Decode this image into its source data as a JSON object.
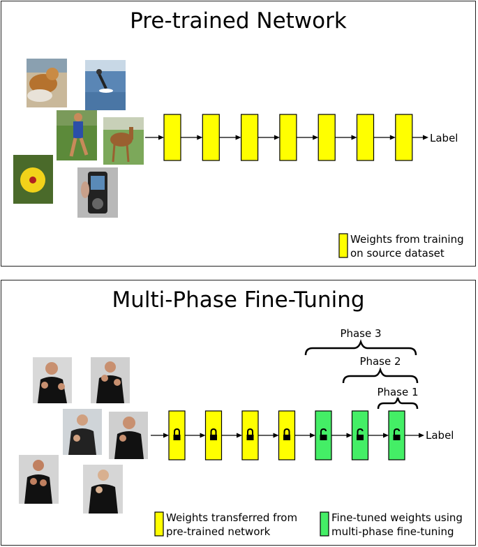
{
  "top_panel": {
    "title": "Pre-trained Network",
    "output_label": "Label",
    "layer_count": 7,
    "legend": {
      "line1": "Weights from training",
      "line2": "on source dataset",
      "color": "#ffff00"
    }
  },
  "bottom_panel": {
    "title": "Multi-Phase Fine-Tuning",
    "output_label": "Label",
    "frozen_layer_count": 4,
    "tuned_layer_count": 3,
    "phases": [
      "Phase 3",
      "Phase 2",
      "Phase 1"
    ],
    "legend_frozen": {
      "line1": "Weights transferred from",
      "line2": "pre-trained network",
      "color": "#ffff00"
    },
    "legend_tuned": {
      "line1": "Fine-tuned weights using",
      "line2": "multi-phase fine-tuning",
      "color": "#44ee66"
    }
  },
  "colors": {
    "frozen": "#ffff00",
    "tuned": "#44ee66",
    "stroke": "#000000"
  }
}
